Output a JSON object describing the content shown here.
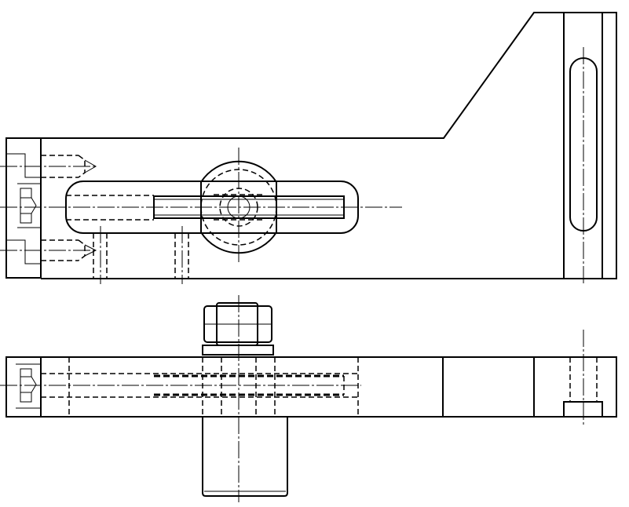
{
  "drawing": {
    "type": "engineering-orthographic-drawing",
    "views": [
      {
        "view": "front-view"
      },
      {
        "view": "top-view"
      }
    ],
    "line_color": "#000000",
    "background_color": "#ffffff"
  }
}
